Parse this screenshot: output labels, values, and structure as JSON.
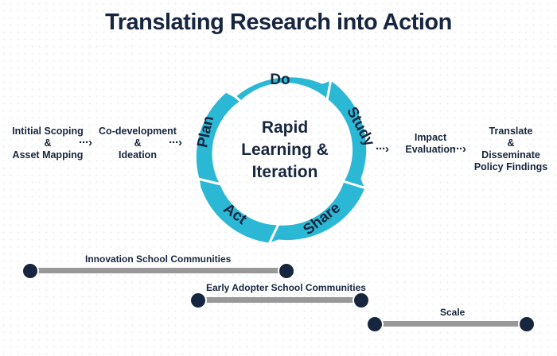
{
  "title": "Translating Research into Action",
  "pre_steps": {
    "step1": [
      "Intitial Scoping",
      "&",
      "Asset Mapping"
    ],
    "step2": [
      "Co-development",
      "&",
      "Ideation"
    ]
  },
  "post_steps": {
    "step1": [
      "Impact",
      "Evaluation"
    ],
    "step2": [
      "Translate",
      "&",
      "Disseminate",
      "Policy Findings"
    ]
  },
  "arrow_glyph": "···›",
  "cycle": {
    "center": [
      "Rapid",
      "Learning &",
      "Iteration"
    ],
    "segments": [
      "Do",
      "Study",
      "Share",
      "Act",
      "Plan"
    ],
    "ring_color": "#2bb8d5",
    "text_color": "#17263f"
  },
  "timeline": [
    {
      "label": "Innovation School Communities"
    },
    {
      "label": "Early Adopter School Communities"
    },
    {
      "label": "Scale"
    }
  ],
  "colors": {
    "navy": "#17263f",
    "bar": "#999999"
  }
}
